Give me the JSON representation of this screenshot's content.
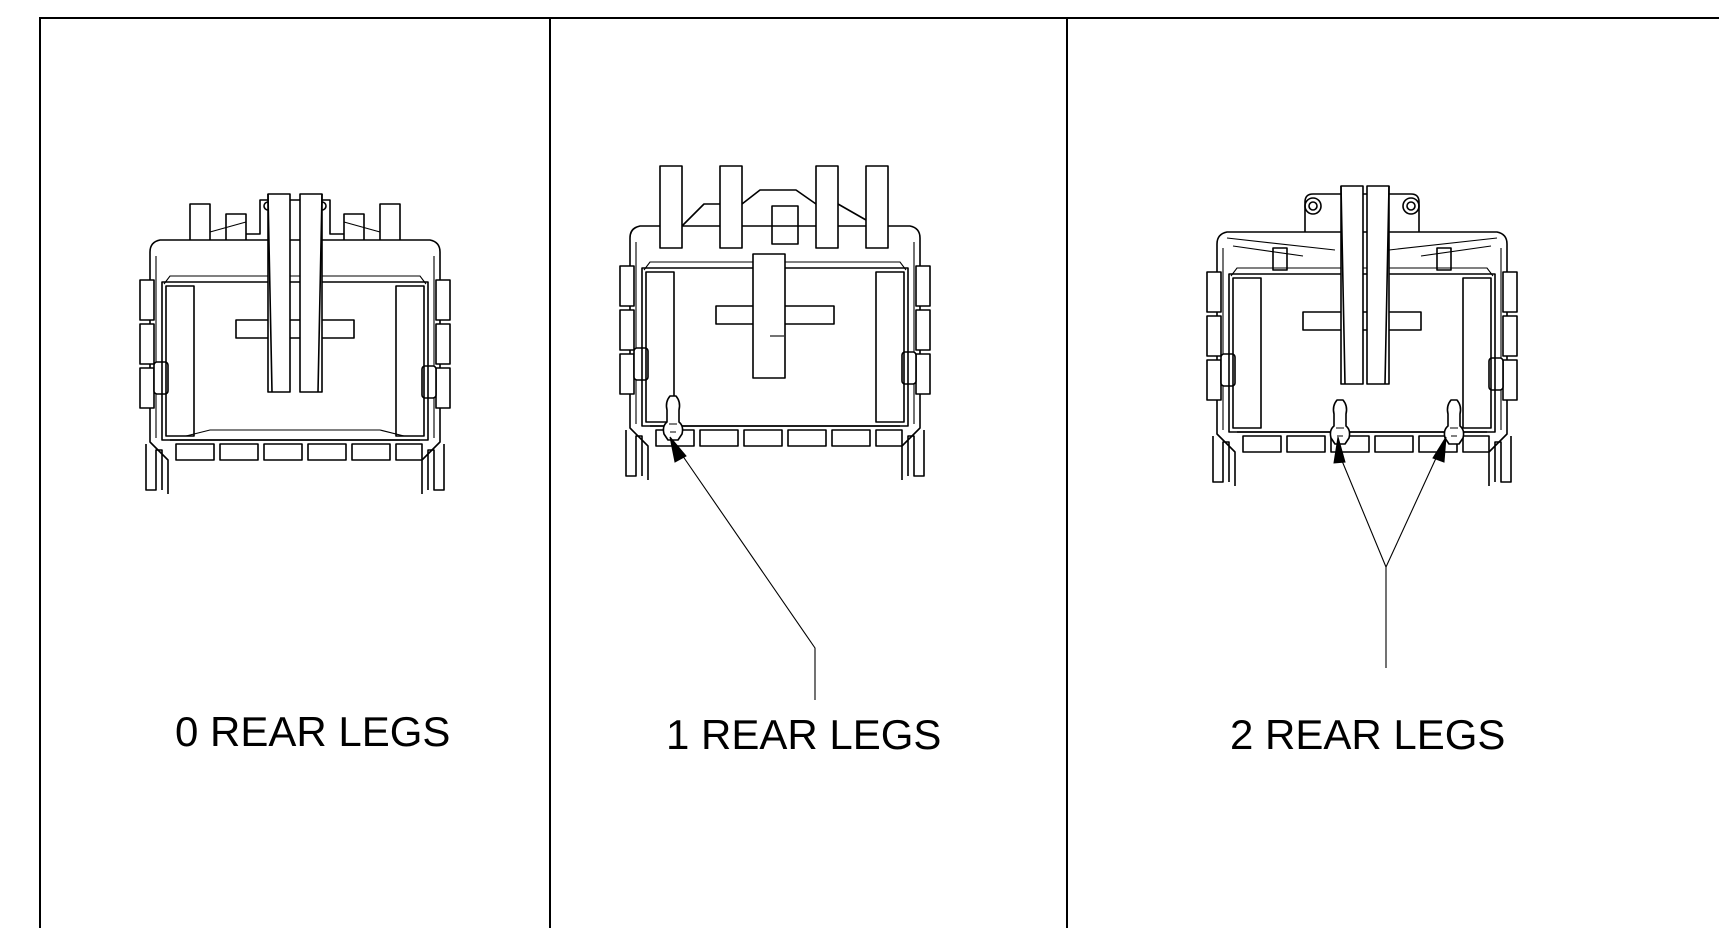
{
  "panels": [
    {
      "id": "panel-0",
      "label": "0 REAR LEGS",
      "rear_legs": 0
    },
    {
      "id": "panel-1",
      "label": "1 REAR LEGS",
      "rear_legs": 1
    },
    {
      "id": "panel-2",
      "label": "2 REAR LEGS",
      "rear_legs": 2
    }
  ],
  "colors": {
    "line": "#000000",
    "background": "#ffffff"
  }
}
